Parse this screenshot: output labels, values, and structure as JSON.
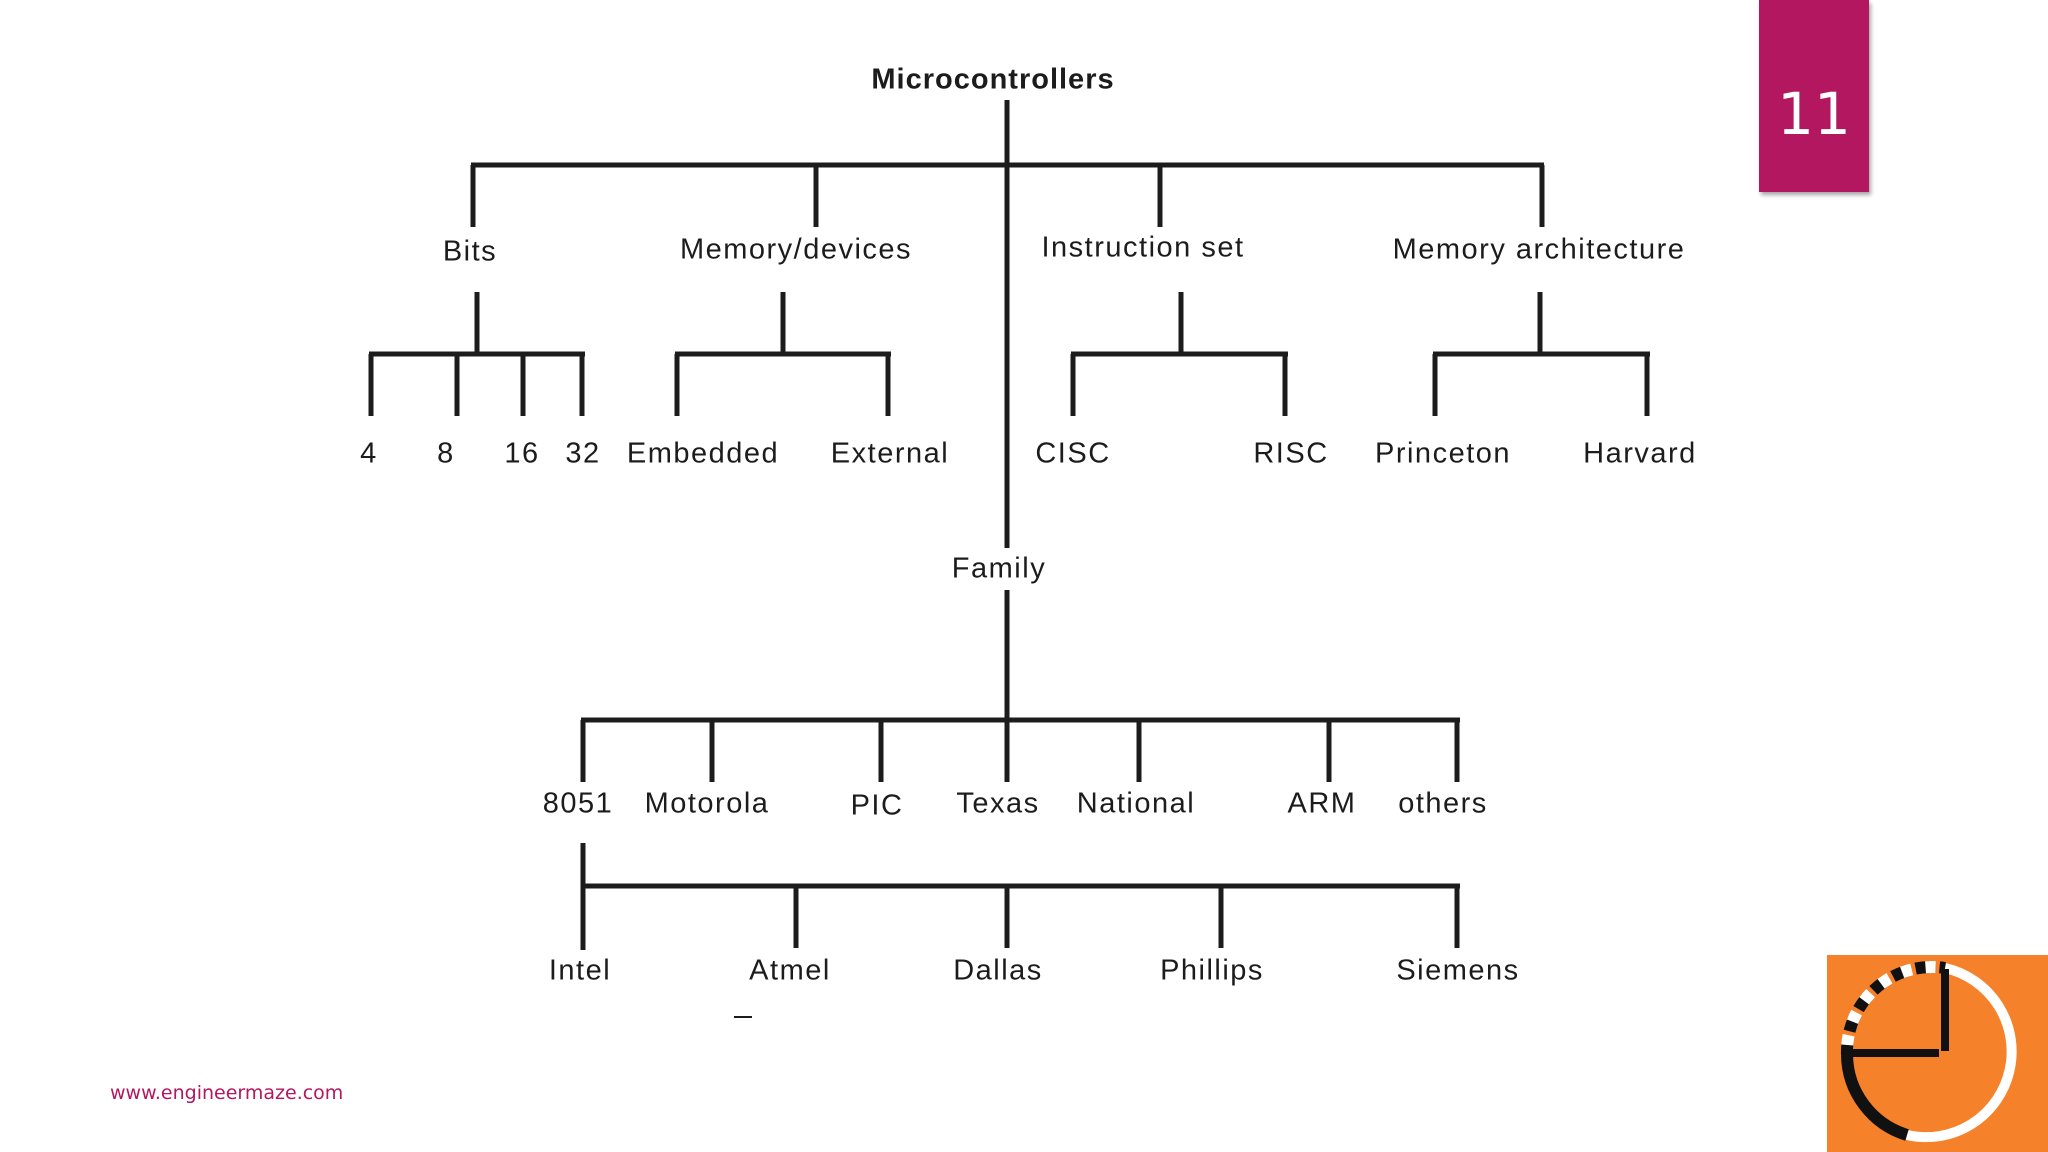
{
  "slide": {
    "number": "11",
    "footer_url": "www.engineermaze.com",
    "accent_color": "#b3175f",
    "logo_color": "#f5822a",
    "logo_icon": "engineermaze-logo-icon"
  },
  "diagram": {
    "root": "Microcontrollers",
    "categories": {
      "bits": "Bits",
      "memory_devices": "Memory/devices",
      "instruction_set": "Instruction set",
      "memory_architecture": "Memory architecture",
      "family": "Family"
    },
    "bits_options": [
      "4",
      "8",
      "16",
      "32"
    ],
    "memory_devices_options": [
      "Embedded",
      "External"
    ],
    "instruction_set_options": [
      "CISC",
      "RISC"
    ],
    "memory_architecture_options": [
      "Princeton",
      "Harvard"
    ],
    "families": [
      "8051",
      "Motorola",
      "PIC",
      "Texas",
      "National",
      "ARM",
      "others"
    ],
    "vendors_8051": [
      "Intel",
      "Atmel",
      "Dallas",
      "Phillips",
      "Siemens"
    ]
  }
}
